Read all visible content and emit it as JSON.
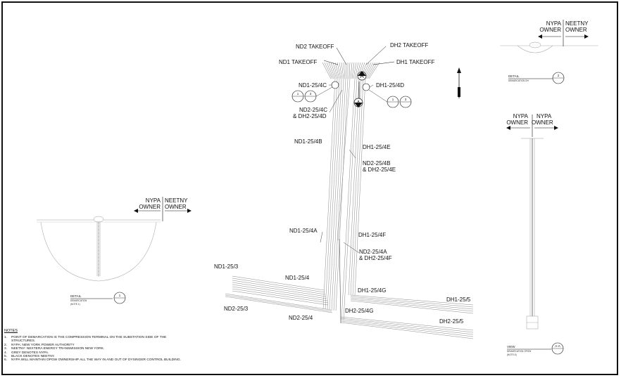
{
  "labels": {
    "nd2_takeoff": "ND2 TAKEOFF",
    "nd1_takeoff": "ND1 TAKEOFF",
    "dh2_takeoff": "DH2 TAKEOFF",
    "dh1_takeoff": "DH1 TAKEOFF",
    "nd1_25_4c": "ND1-25/4C",
    "dh1_25_4d": "DH1-25/4D",
    "nd2_25_4c_line1": "ND2-25/4C",
    "nd2_25_4c_line2": "& DH2-25/4D",
    "nd1_25_4b": "ND1-25/4B",
    "dh1_25_4e": "DH1-25/4E",
    "nd2_25_4b_line1": "ND2-25/4B",
    "nd2_25_4b_line2": "& DH2-25/4E",
    "nd1_25_4a": "ND1-25/4A",
    "dh1_25_4f": "DH1-25/4F",
    "nd2_25_4a_line1": "ND2-25/4A",
    "nd2_25_4a_line2": "& DH2-25/4F",
    "nd1_25_3": "ND1-25/3",
    "nd1_25_4": "ND1-25/4",
    "dh1_25_4g": "DH1-25/4G",
    "dh1_25_5": "DH1-25/5",
    "nd2_25_3": "ND2-25/3",
    "nd2_25_4": "ND2-25/4",
    "dh2_25_4g": "DH2-25/4G",
    "dh2_25_5": "DH2-25/5"
  },
  "section_marker": "A",
  "bubbles": {
    "left_1": "1",
    "left_2": "3",
    "right_1": "1",
    "right_2": "3"
  },
  "ownership": {
    "nypa": "NYPA",
    "neetny": "NEETNY",
    "owner": "OWNER"
  },
  "details": {
    "detail1": {
      "title": "DETAIL",
      "sub": "DEMARCATION",
      "note": "(NOTE 1)",
      "number": "1"
    },
    "detail2": {
      "title": "DETAIL",
      "sub": "DEMARCATION DH",
      "number": "2"
    },
    "view": {
      "title": "VIEW",
      "sub": "DEMARCATION OPGW",
      "note": "(NOTE 6)",
      "number": "A-A"
    }
  },
  "notes": {
    "title": "NOTES",
    "items": [
      {
        "num": "1.",
        "text": "POINT OF DEMARCATION IS THE COMPRESSION TERMINAL ON THE SUBSTATION SIDE OF THE"
      },
      {
        "num": "",
        "text": "STRUCTURES."
      },
      {
        "num": "2.",
        "text": "NYPA: NEW YORK POWER AUTHORITY"
      },
      {
        "num": "3.",
        "text": "NEETNY: NEXTERA ENERGY TRANSMISSION NEW YORK."
      },
      {
        "num": "4.",
        "text": "GREY DENOTES NYPA."
      },
      {
        "num": "5.",
        "text": "BLACK DENOTES NEETNY."
      },
      {
        "num": "6.",
        "text": "NYPA WILL MAINTAIN OPGW OWNERSHIP ALL THE WAY IN AND OUT OF DYSINGER CONTROL BUILDING."
      }
    ]
  }
}
